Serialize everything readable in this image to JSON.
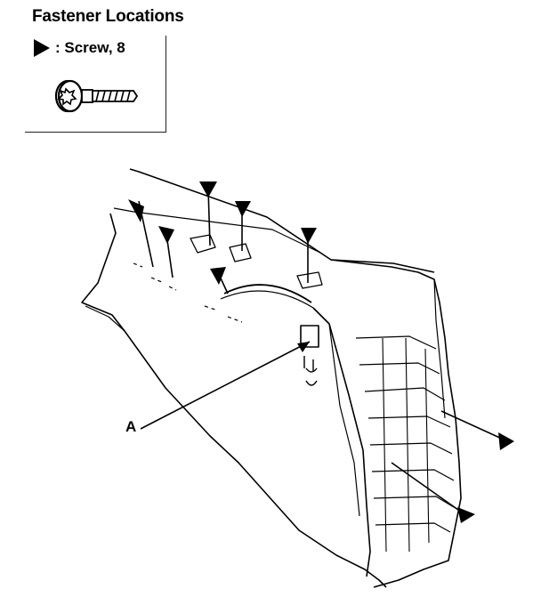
{
  "title": "Fastener Locations",
  "legend": {
    "symbol": "triangle-marker-icon",
    "label": ": Screw, 8",
    "part_icon": "screw-icon"
  },
  "callouts": [
    {
      "id": "A",
      "label": "A"
    }
  ],
  "markers_count": 8
}
